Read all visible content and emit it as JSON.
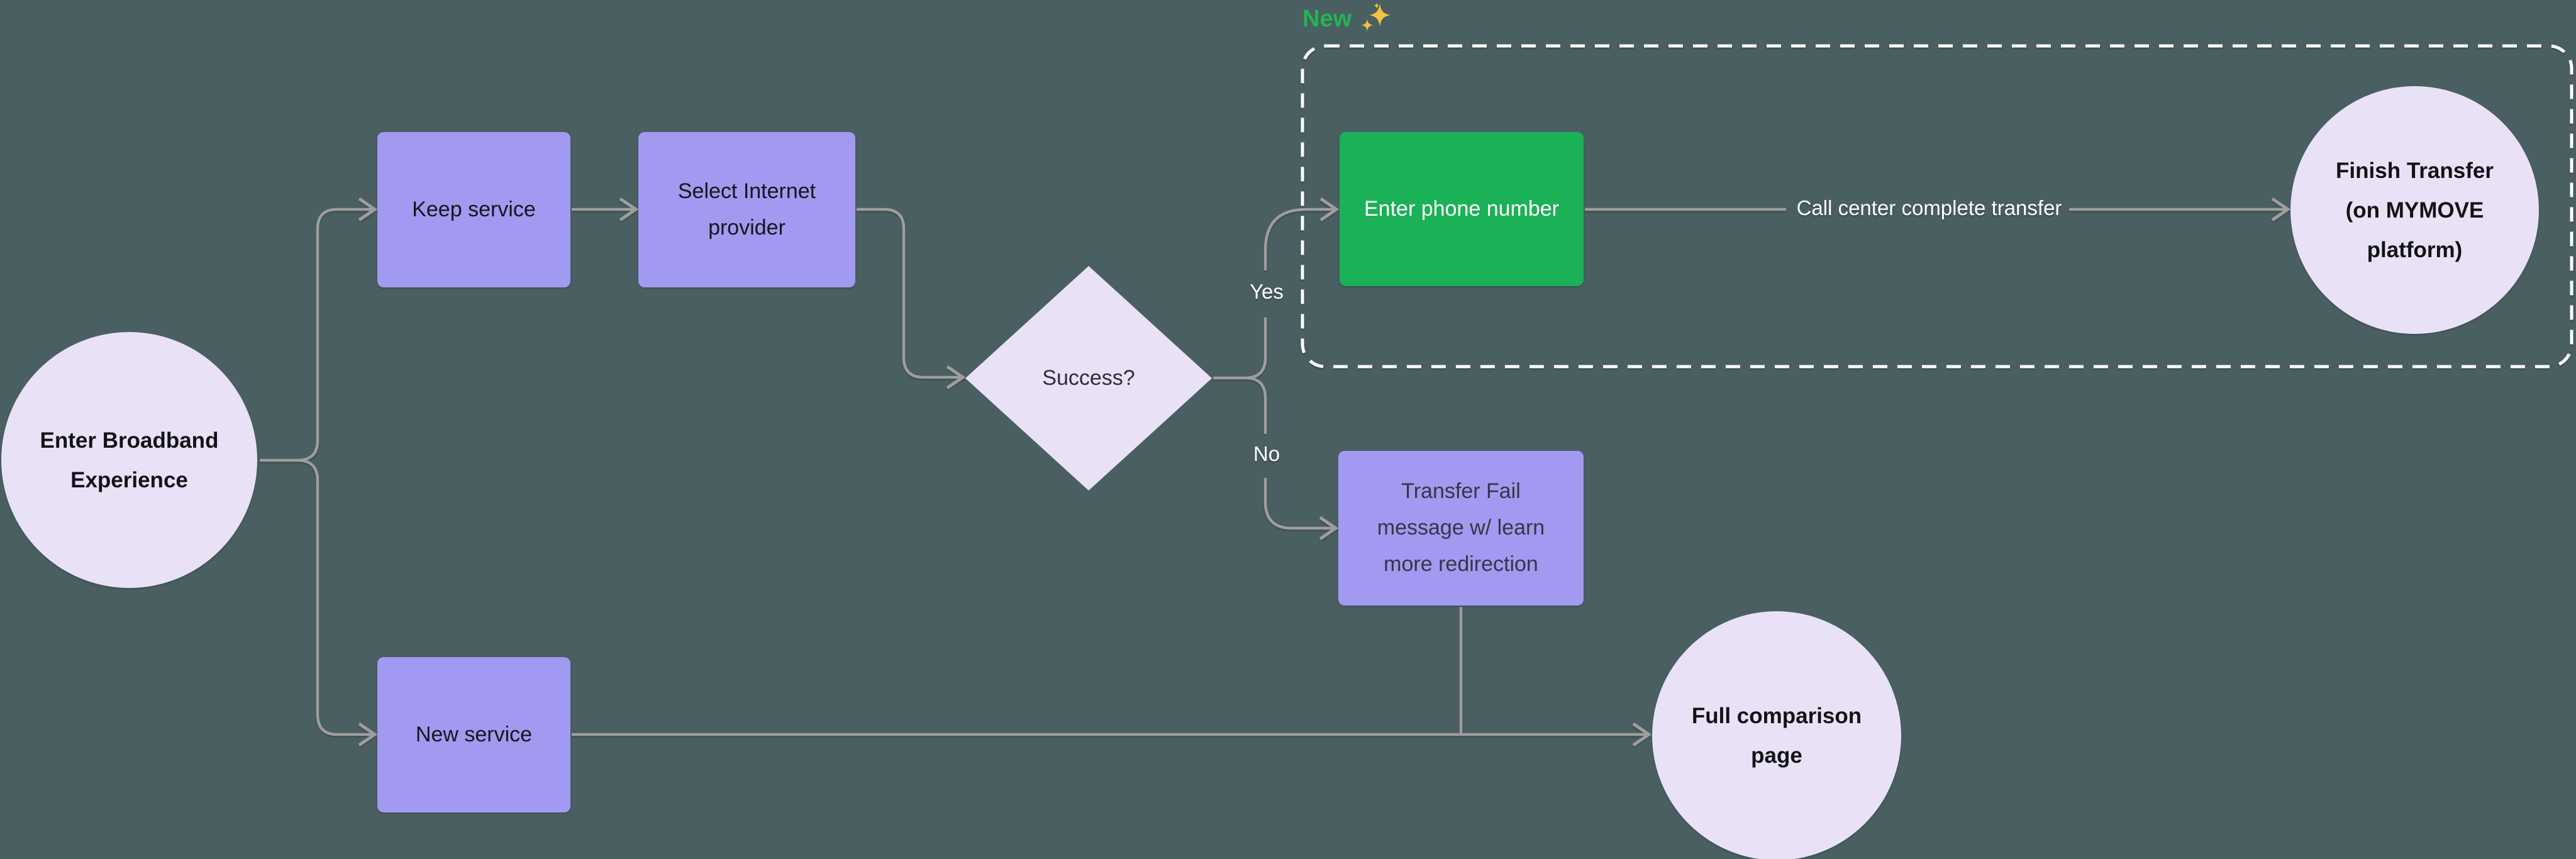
{
  "flowchart": {
    "badge": {
      "label": "New"
    },
    "nodes": {
      "start": {
        "label": "Enter Broadband\nExperience"
      },
      "keep_service": {
        "label": "Keep service"
      },
      "select_provider": {
        "label": "Select Internet\nprovider"
      },
      "success": {
        "label": "Success?"
      },
      "enter_phone": {
        "label": "Enter phone number"
      },
      "finish_transfer": {
        "label": "Finish Transfer\n(on MYMOVE\nplatform)"
      },
      "transfer_fail": {
        "label": "Transfer Fail\nmessage w/ learn\nmore redirection"
      },
      "new_service": {
        "label": "New service"
      },
      "full_comparison": {
        "label": "Full comparison\npage"
      }
    },
    "edge_labels": {
      "yes": "Yes",
      "no": "No",
      "call_center": "Call center complete transfer"
    },
    "colors": {
      "background": "#4a5f62",
      "box_purple": "#a19af0",
      "node_lavender": "#e9e2f7",
      "green": "#1bb157",
      "badge_green": "#24b454",
      "sparkle_gold": "#f2c43d",
      "edge_gray": "#9e9e9e",
      "white": "#ffffff"
    }
  }
}
